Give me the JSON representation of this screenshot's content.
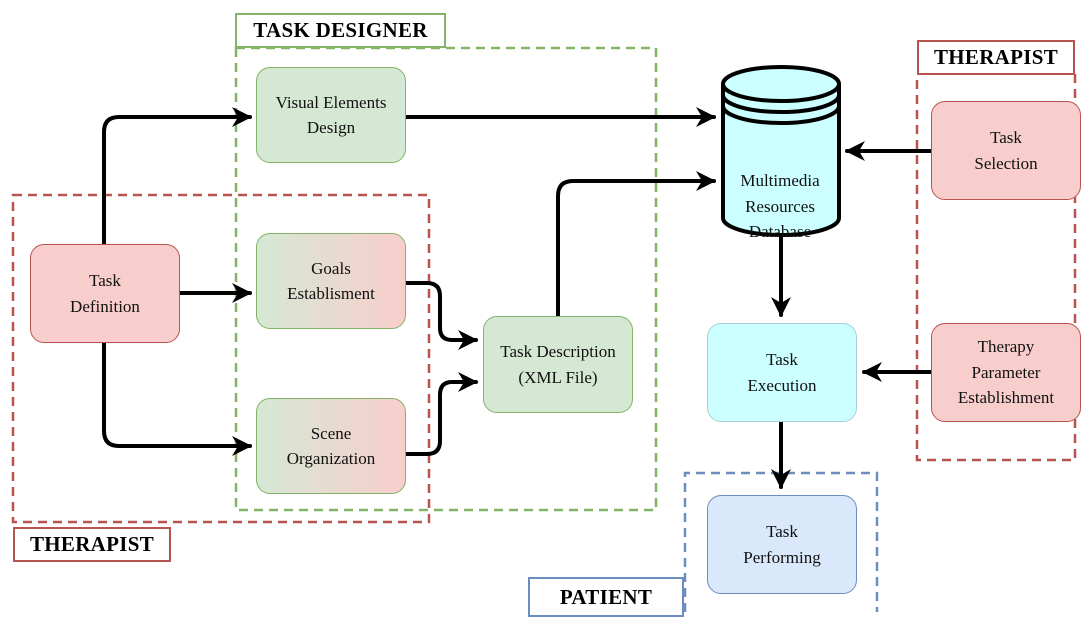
{
  "groups": {
    "task_designer": "TASK DESIGNER",
    "therapist_right": "THERAPIST",
    "therapist_left": "THERAPIST",
    "patient": "PATIENT"
  },
  "nodes": {
    "visual_elements_design": "Visual Elements\nDesign",
    "task_definition": "Task\nDefinition",
    "goals_establishment": "Goals\nEstablisment",
    "scene_organization": "Scene\nOrganization",
    "task_description": "Task Description\n(XML File)",
    "database": "Multimedia\nResources\nDatabase",
    "task_selection": "Task\nSelection",
    "task_execution": "Task\nExecution",
    "therapy_parameter": "Therapy\nParameter\nEstablishment",
    "task_performing": "Task\nPerforming"
  },
  "colors": {
    "green_fill": "#d5e8d4",
    "green_stroke": "#82b366",
    "red_fill": "#f8cecc",
    "red_stroke": "#b85450",
    "cyan_fill": "#ccffff",
    "cyan_stroke": "#a6d1d4",
    "blue_fill": "#dae8fc",
    "blue_stroke": "#6c8ebf",
    "db_fill": "#ccffff",
    "arrow": "#000000"
  }
}
